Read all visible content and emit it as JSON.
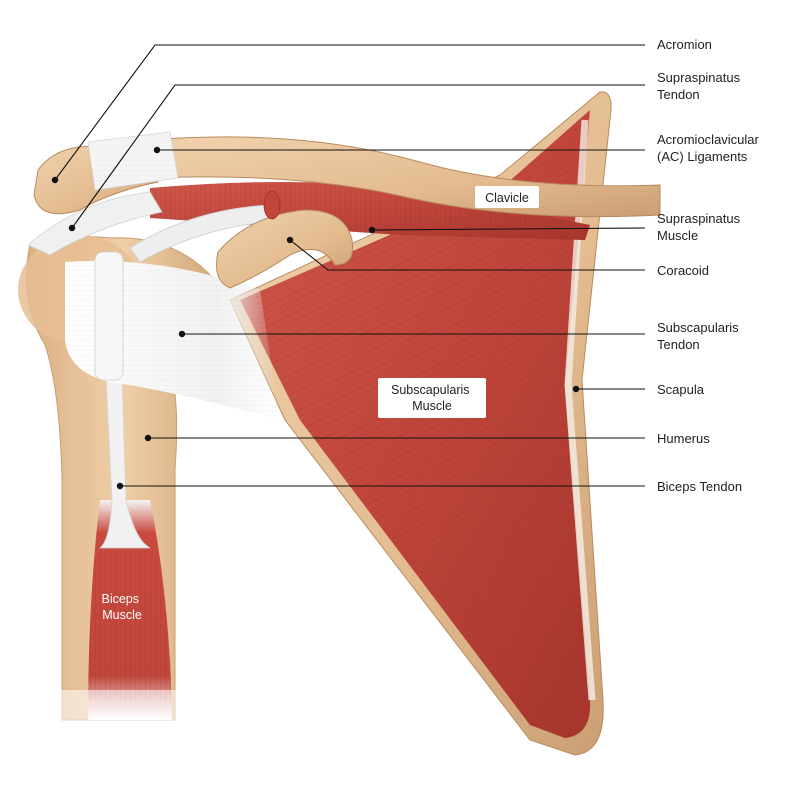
{
  "diagram": {
    "labels": {
      "acromion": "Acromion",
      "supraspinatus_tendon": [
        "Supraspinatus",
        "Tendon"
      ],
      "ac_ligaments": [
        "Acromioclavicular",
        "(AC) Ligaments"
      ],
      "supraspinatus_muscle": [
        "Supraspinatus",
        "Muscle"
      ],
      "coracoid": "Coracoid",
      "subscapularis_tendon": [
        "Subscapularis",
        "Tendon"
      ],
      "scapula": "Scapula",
      "humerus": "Humerus",
      "biceps_tendon": "Biceps Tendon"
    },
    "inline_labels": {
      "clavicle": "Clavicle",
      "subscapularis_muscle": [
        "Subscapularis",
        "Muscle"
      ],
      "biceps_muscle": [
        "Biceps",
        "Muscle"
      ]
    },
    "colors": {
      "bone": "#e8c39a",
      "bone_shadow": "#c99e72",
      "muscle": "#c0463c",
      "muscle_dark": "#9e3129",
      "tendon": "#f2f2f2",
      "leader": "#111111"
    }
  }
}
